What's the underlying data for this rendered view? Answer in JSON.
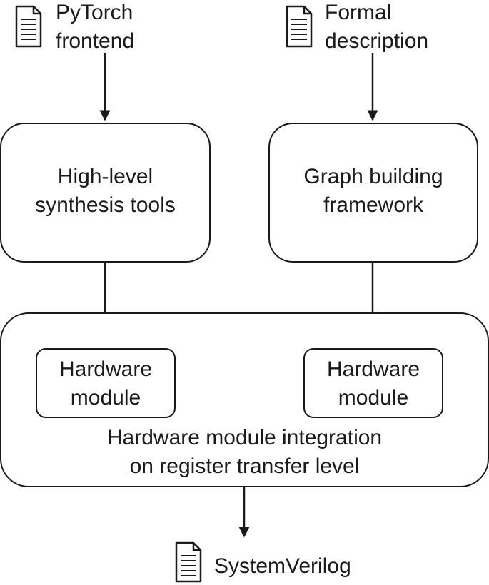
{
  "inputs": {
    "pytorch": {
      "line1": "PyTorch",
      "line2": "frontend"
    },
    "formal": {
      "line1": "Formal",
      "line2": "description"
    }
  },
  "tools": {
    "hls": {
      "line1": "High-level",
      "line2": "synthesis tools"
    },
    "graph": {
      "line1": "Graph building",
      "line2": "framework"
    }
  },
  "integration": {
    "module_left": {
      "line1": "Hardware",
      "line2": "module"
    },
    "module_right": {
      "line1": "Hardware",
      "line2": "module"
    },
    "caption": {
      "line1": "Hardware module integration",
      "line2": "on register transfer level"
    }
  },
  "output": {
    "label": "SystemVerilog"
  },
  "icons": {
    "document": "document-icon",
    "arrow": "arrow-down-icon"
  },
  "colors": {
    "stroke": "#1a1a1a",
    "background": "#ffffff"
  }
}
